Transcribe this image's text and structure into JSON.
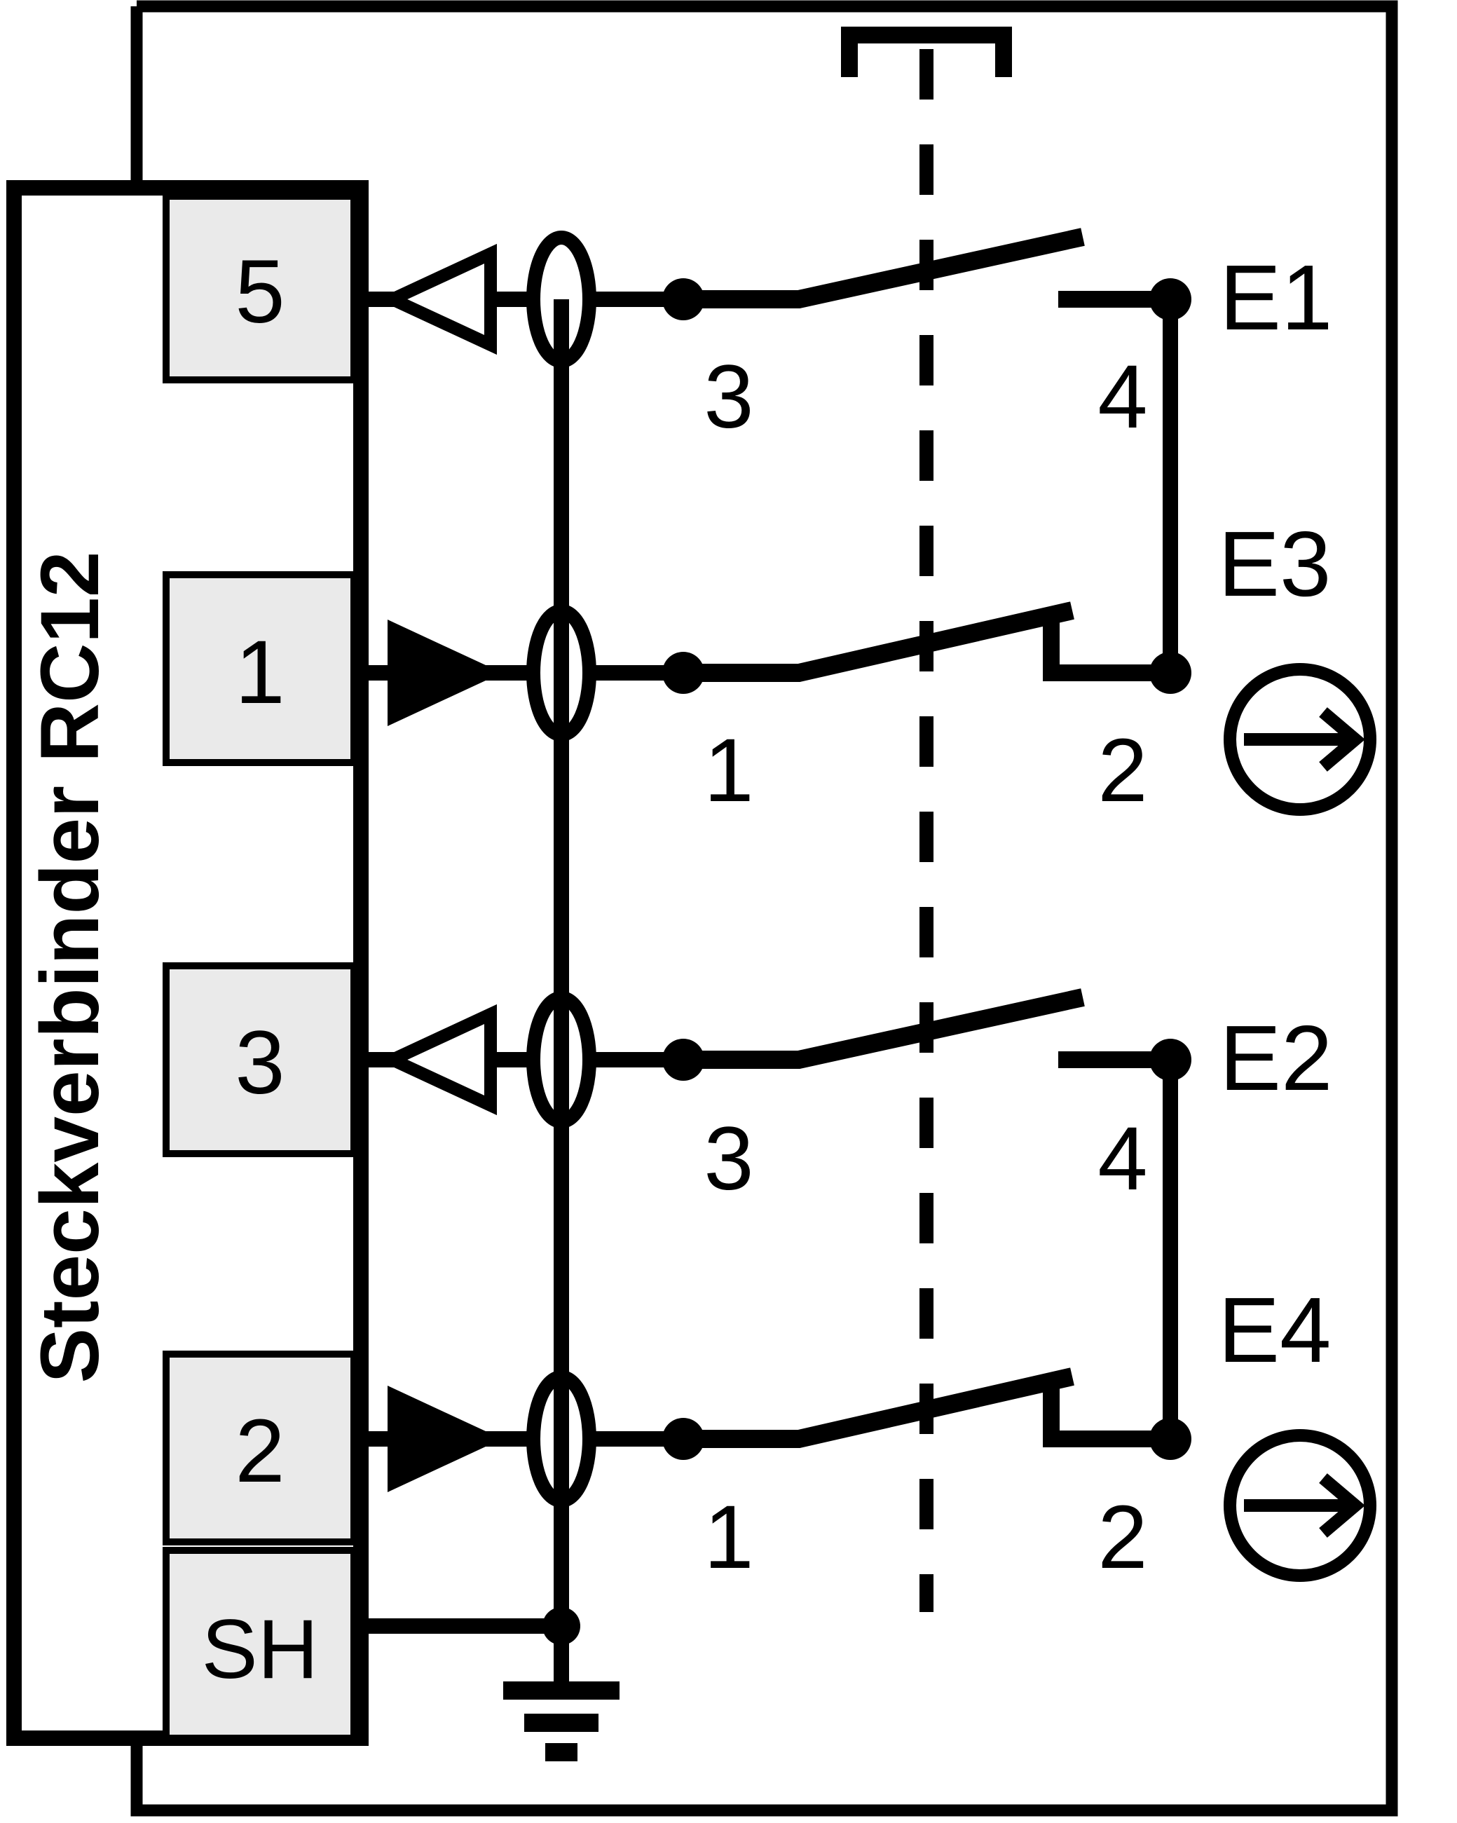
{
  "diagram": {
    "title": "Steckverbinder RC12",
    "connector": {
      "label": "Steckverbinder RC12",
      "pins": [
        {
          "id": "pin-5",
          "label": "5",
          "direction": "output",
          "arrow": "hollow-left"
        },
        {
          "id": "pin-1",
          "label": "1",
          "direction": "input",
          "arrow": "solid-right"
        },
        {
          "id": "pin-3",
          "label": "3",
          "direction": "output",
          "arrow": "hollow-left"
        },
        {
          "id": "pin-2",
          "label": "2",
          "direction": "input",
          "arrow": "solid-right"
        },
        {
          "id": "pin-sh",
          "label": "SH",
          "direction": "shield",
          "arrow": "none"
        }
      ]
    },
    "shield": {
      "symbol": "shield-bus",
      "ground_label": "",
      "node_count": 4
    },
    "actuator": {
      "symbol": "mechanical-linkage-bracket",
      "line_style": "dashed"
    },
    "contacts": [
      {
        "id": "contact-e1",
        "row": 1,
        "type": "normally-open",
        "left_terminal": "3",
        "right_terminal": "4",
        "endpoint_label": "E1",
        "endpoint_symbol": "node"
      },
      {
        "id": "contact-e3",
        "row": 2,
        "type": "normally-closed",
        "left_terminal": "1",
        "right_terminal": "2",
        "endpoint_label": "E3",
        "endpoint_symbol": "arrow-in-circle"
      },
      {
        "id": "contact-e2",
        "row": 3,
        "type": "normally-open",
        "left_terminal": "3",
        "right_terminal": "4",
        "endpoint_label": "E2",
        "endpoint_symbol": "node"
      },
      {
        "id": "contact-e4",
        "row": 4,
        "type": "normally-closed",
        "left_terminal": "1",
        "right_terminal": "2",
        "endpoint_label": "E4",
        "endpoint_symbol": "arrow-in-circle"
      }
    ],
    "colors": {
      "line": "#000000",
      "pin_fill": "#eaeaea",
      "background": "#ffffff"
    }
  }
}
